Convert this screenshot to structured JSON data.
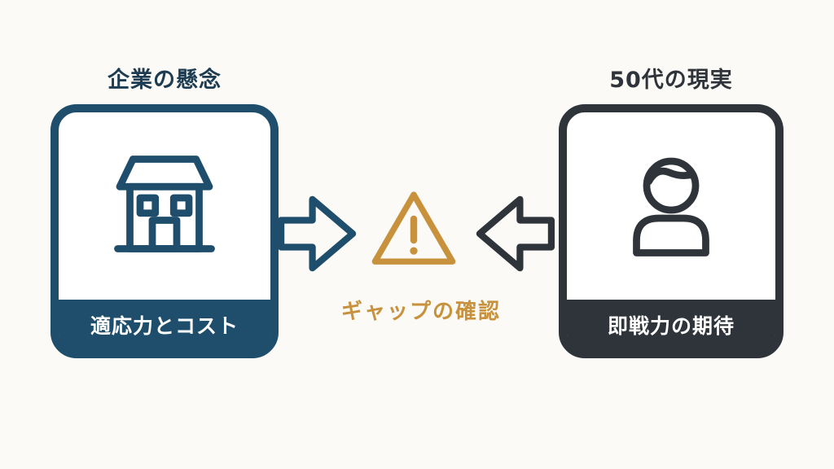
{
  "colors": {
    "bg": "#fbfaf6",
    "navy": "#1e4e6b",
    "navy-text": "#1d3c52",
    "charcoal": "#2e343a",
    "gold": "#c8913c"
  },
  "left": {
    "title": "企業の懸念",
    "label": "適応力とコスト",
    "icon": "building-icon"
  },
  "right": {
    "title": "50代の現実",
    "label": "即戦力の期待",
    "icon": "person-icon"
  },
  "center": {
    "caption": "ギャップの確認",
    "icon": "warning-icon"
  }
}
